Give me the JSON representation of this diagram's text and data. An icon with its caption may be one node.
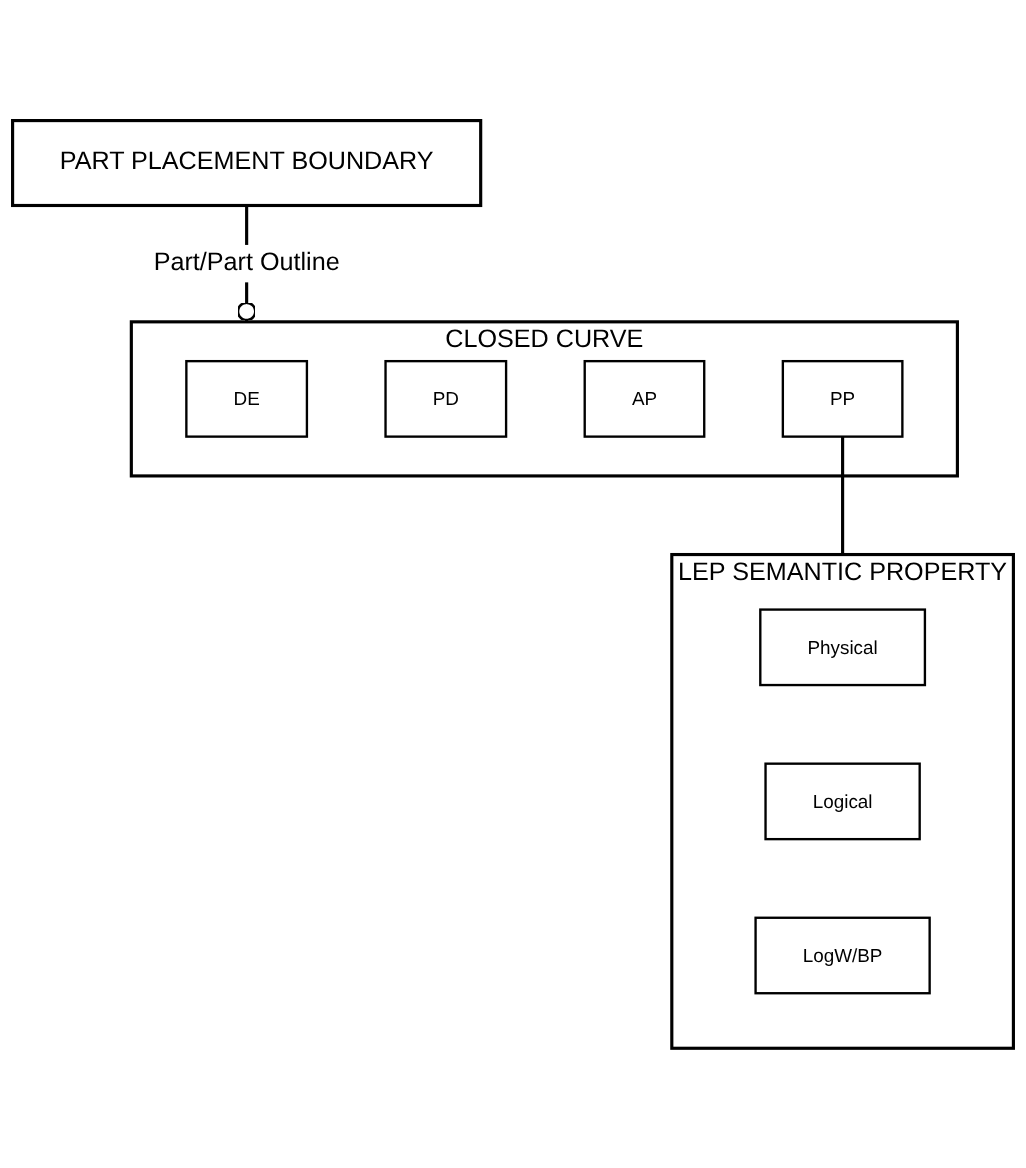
{
  "diagram": {
    "nodes": [
      {
        "text": [
          "PART PLACEMENT BOUNDARY"
        ]
      },
      {
        "text": [
          "CLOSED CURVE"
        ]
      },
      {
        "text": [
          "DE"
        ],
        "in": 1
      },
      {
        "text": [
          "PD"
        ],
        "in": 1
      },
      {
        "text": [
          "AP"
        ],
        "in": 1
      },
      {
        "text": [
          "PP"
        ],
        "in": 1
      },
      {
        "text": [
          "LEP SEMANTIC PROPERTY"
        ]
      },
      {
        "text": [
          "Physical"
        ],
        "in": 6
      },
      {
        "text": [
          "Logical"
        ],
        "in": 6
      },
      {
        "text": [
          "LogW/BP"
        ],
        "in": 6
      }
    ],
    "edges": [
      {
        "from": 0,
        "to": 1,
        "arrow": "other",
        "label": "Part/Part Outline"
      },
      {
        "from": 5,
        "to": 6,
        "arrow": "none"
      }
    ]
  }
}
